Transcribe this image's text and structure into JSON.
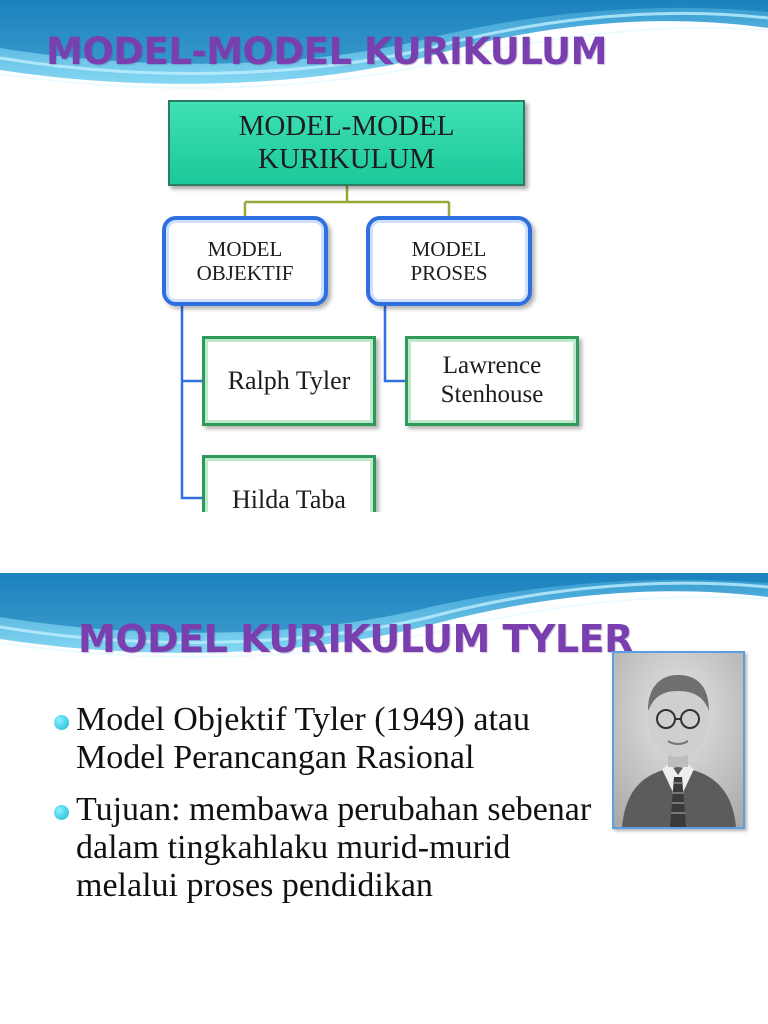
{
  "slide1": {
    "title": "MODEL-MODEL KURIKULUM",
    "diagram": {
      "root": [
        "MODEL-MODEL",
        "KURIKULUM"
      ],
      "objektif": [
        "MODEL",
        "OBJEKTIF"
      ],
      "proses": [
        "MODEL",
        "PROSES"
      ],
      "leaves": {
        "tyler": "Ralph Tyler",
        "taba": "Hilda Taba",
        "stenhouse": [
          "Lawrence",
          "Stenhouse"
        ]
      }
    }
  },
  "slide2": {
    "title": "MODEL KURIKULUM TYLER",
    "bullets": [
      "Model Objektif  Tyler (1949) atau Model Perancangan Rasional",
      "Tujuan: membawa perubahan sebenar dalam tingkahlaku murid-murid melalui proses pendidikan"
    ],
    "photo_icon": "portrait-photo"
  },
  "colors": {
    "title": "#7a3fae",
    "root_fill": "#2fd4a7",
    "mid_border": "#2f6fe0",
    "leaf_border": "#2e9a5a",
    "connector_mid": "#9aa83a",
    "connector_leaf": "#2f6fe0",
    "wave": "#2aa9d8"
  }
}
